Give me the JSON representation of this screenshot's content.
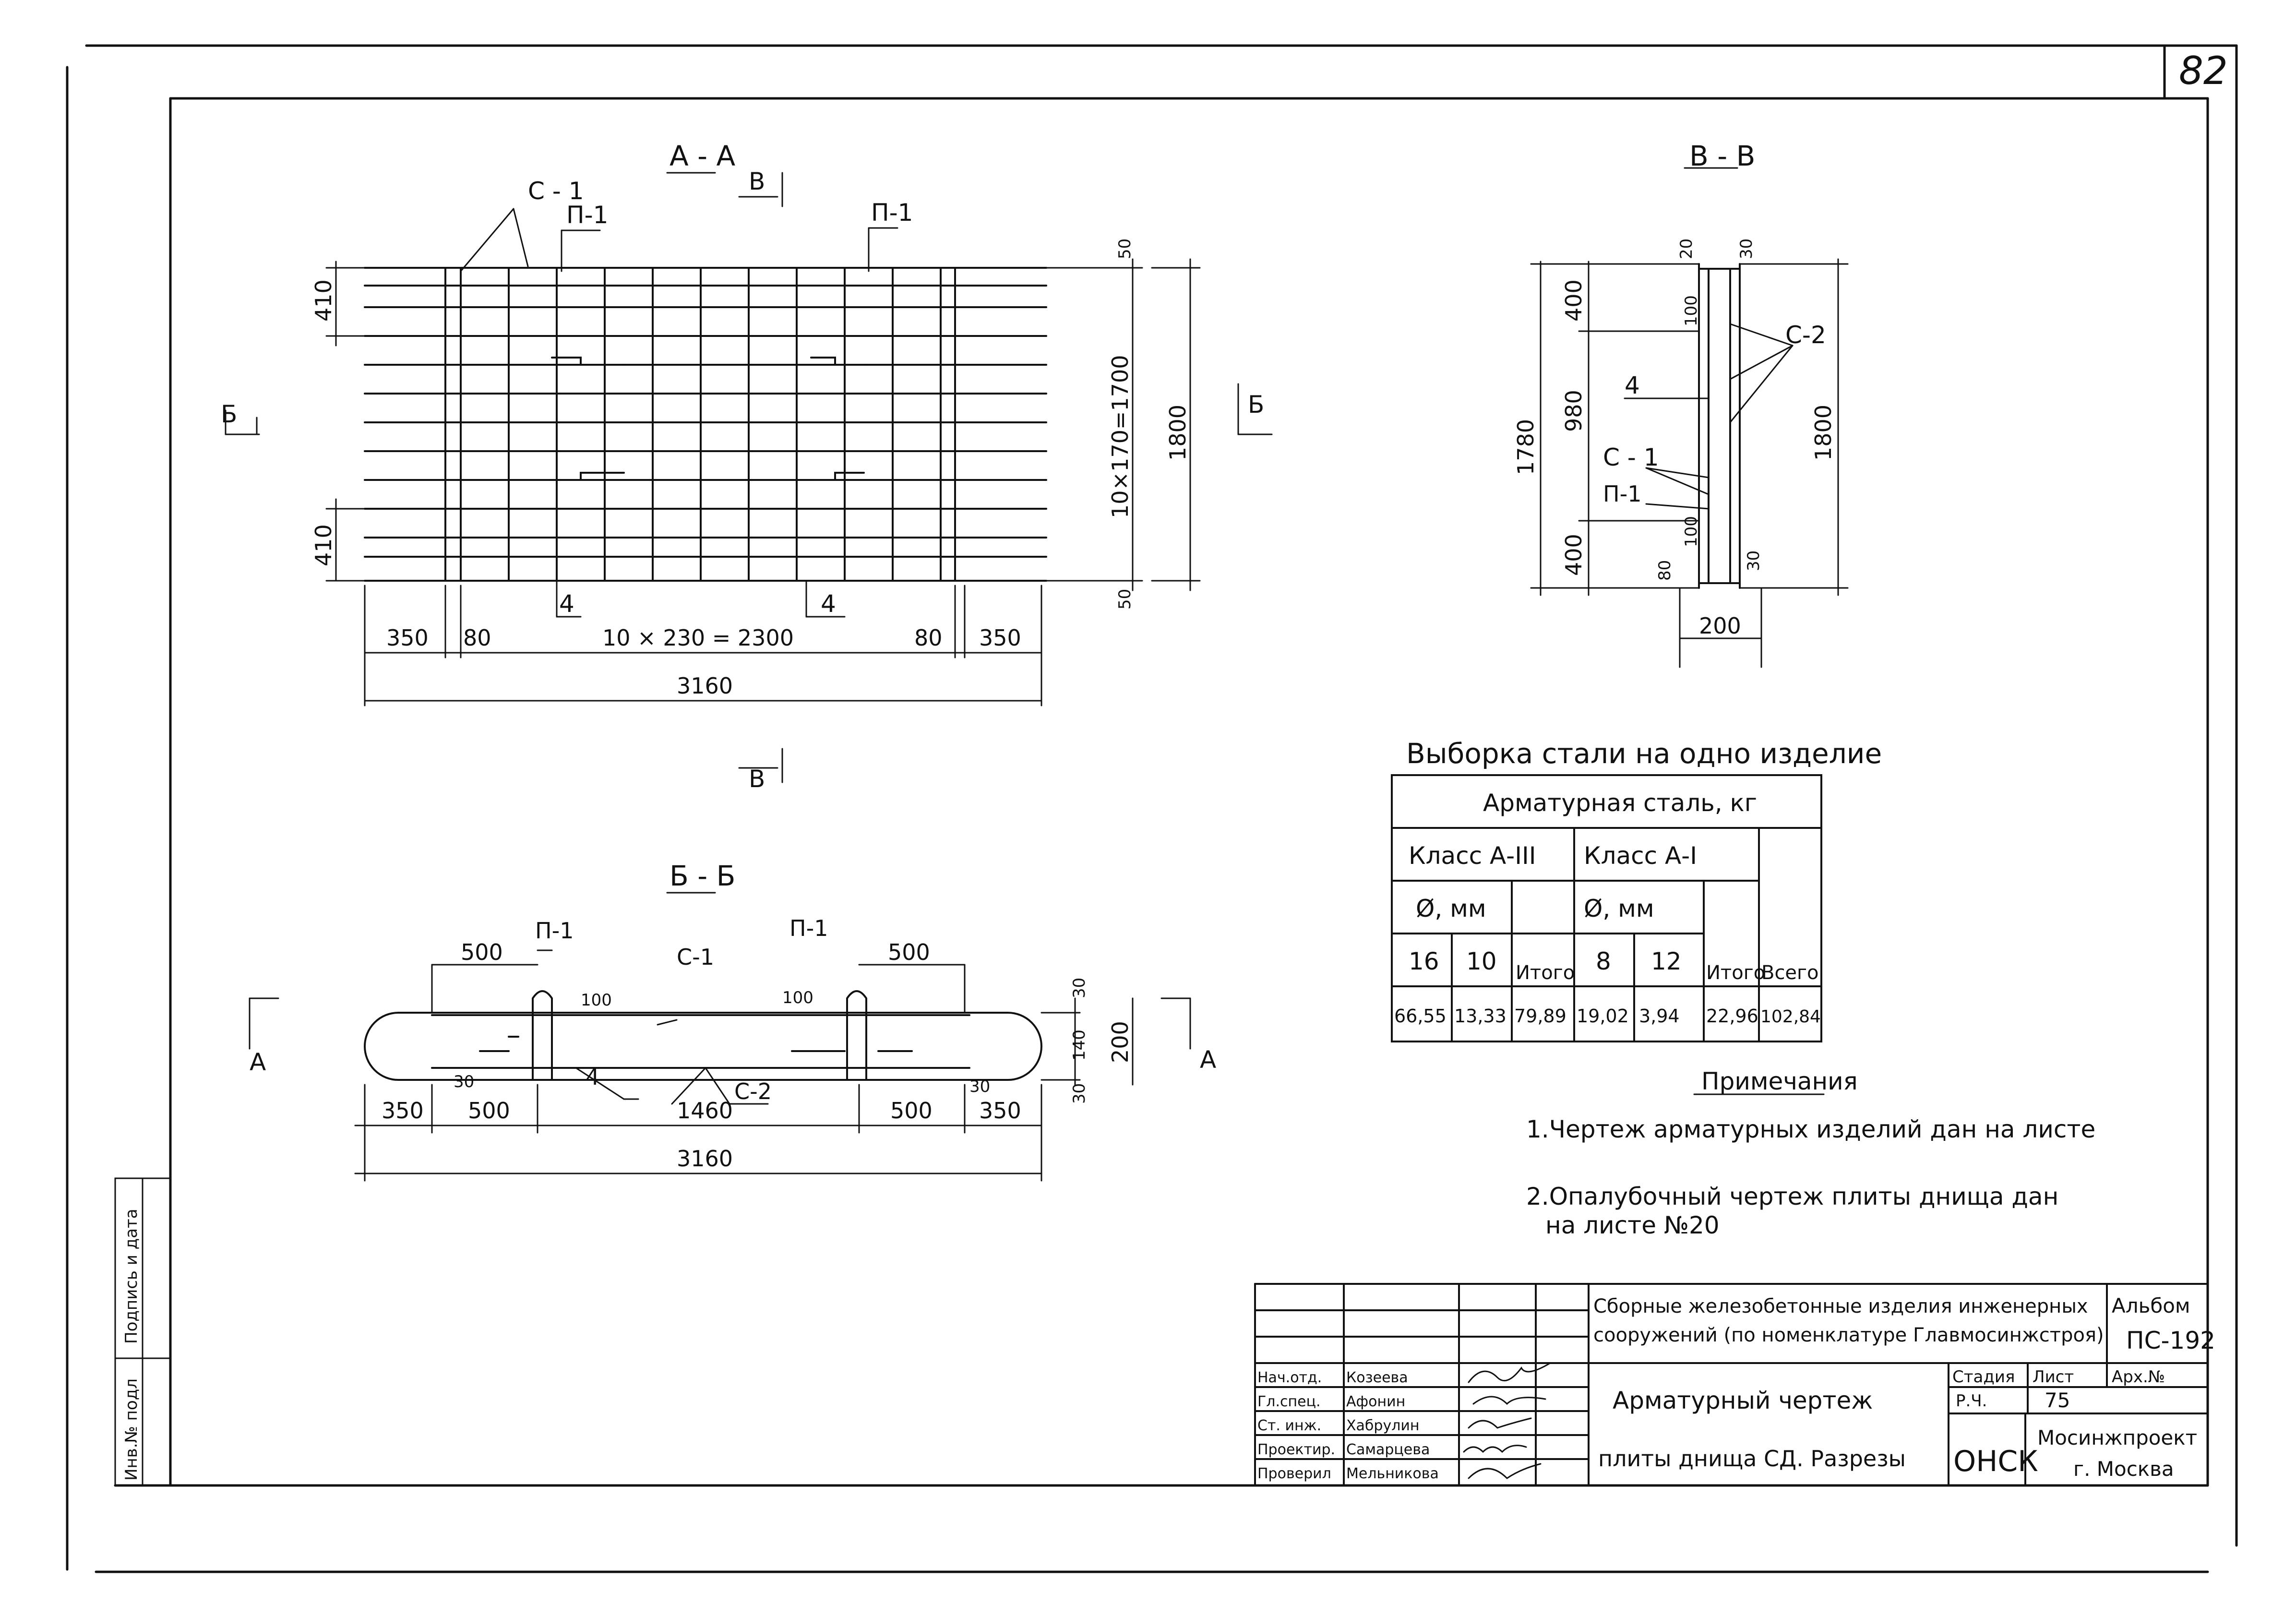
{
  "page_number": "82",
  "sheet_fill_color": "#ffffff",
  "ink_color": "#111111",
  "section_aa": {
    "title": "А - А",
    "cut_mark_b": "Б",
    "cut_mark_v": "В",
    "labels": {
      "c1": "С - 1",
      "p1_left": "П-1",
      "p1_right": "П-1",
      "pos4_left": "4",
      "pos4_right": "4"
    },
    "dims": {
      "left_top": "410",
      "left_bottom": "410",
      "right_step": "10×170=1700",
      "right_total": "1800",
      "right_top": "50",
      "right_bottom": "50",
      "bottom_a": "350",
      "bottom_b": "80",
      "bottom_c": "10 × 230 = 2300",
      "bottom_d": "80",
      "bottom_e": "350",
      "bottom_total": "3160"
    }
  },
  "section_vv": {
    "title": "В - В",
    "labels": {
      "c2": "С-2",
      "pos4": "4",
      "c1": "С - 1",
      "p1": "П-1"
    },
    "dims": {
      "top_left": "20",
      "top_right": "30",
      "d400_top": "400",
      "d980": "980",
      "d400_bottom": "400",
      "total_left": "1780",
      "total_right": "1800",
      "d100_top": "100",
      "d100_bottom": "100",
      "bottom_left": "80",
      "bottom_right": "30",
      "width": "200"
    }
  },
  "section_bb": {
    "title": "Б - Б",
    "cut_mark_a": "А",
    "labels": {
      "p1_left": "П-1",
      "p1_right": "П-1",
      "c1": "С-1",
      "c2": "С-2",
      "pos4": "4"
    },
    "dims": {
      "top_left": "500",
      "top_right": "500",
      "d100_left": "100",
      "d100_right": "100",
      "right_30_top": "30",
      "right_140": "140",
      "right_200": "200",
      "right_30_bottom": "30",
      "left_30": "30",
      "right_30": "30",
      "bottom": [
        "350",
        "500",
        "1460",
        "500",
        "350"
      ],
      "total": "3160"
    }
  },
  "steel_table": {
    "title": "Выборка стали на одно изделие",
    "header_main": "Арматурная сталь, кг",
    "class1": "Класс А-III",
    "class2": "Класс А-I",
    "diam1": "Ø, мм",
    "diam2": "Ø, мм",
    "cols1": [
      "16",
      "10"
    ],
    "cols2": [
      "8",
      "12"
    ],
    "total1": "Итого",
    "total2": "Итого",
    "grand": "Всего",
    "values": [
      "66,55",
      "13,33",
      "79,89",
      "19,02",
      "3,94",
      "22,96",
      "102,84"
    ]
  },
  "notes": {
    "title": "Примечания",
    "n1": "1.Чертеж арматурных изделий дан на листе",
    "n2a": "2.Опалубочный чертеж плиты днища дан",
    "n2b": "на листе №20"
  },
  "side_stamp": [
    "Инв.№ подл",
    "Подпись и дата"
  ],
  "title_block": {
    "project": "Сборные железобетонные изделия инженерных",
    "project2": "сооружений (по номенклатуре Главмосинжстроя)",
    "album_label": "Альбом",
    "album_no": "ПС-192",
    "roles": [
      "Нач.отд.",
      "Гл.спец.",
      "Ст. инж.",
      "Проектир.",
      "Проверил"
    ],
    "names": [
      "Козеева",
      "Афонин",
      "Хабрулин",
      "Самарцева",
      "Мельникова"
    ],
    "drawing_title1": "Арматурный чертеж",
    "drawing_title2": "плиты днища СД. Разрезы",
    "stage_label": "Стадия",
    "stage_value": "Р.Ч.",
    "sheet_label": "Лист",
    "sheet_value": "75",
    "arch_label": "Арх.№",
    "dept": "ОНСК",
    "org1": "Мосинжпроект",
    "org2": "г. Москва"
  }
}
